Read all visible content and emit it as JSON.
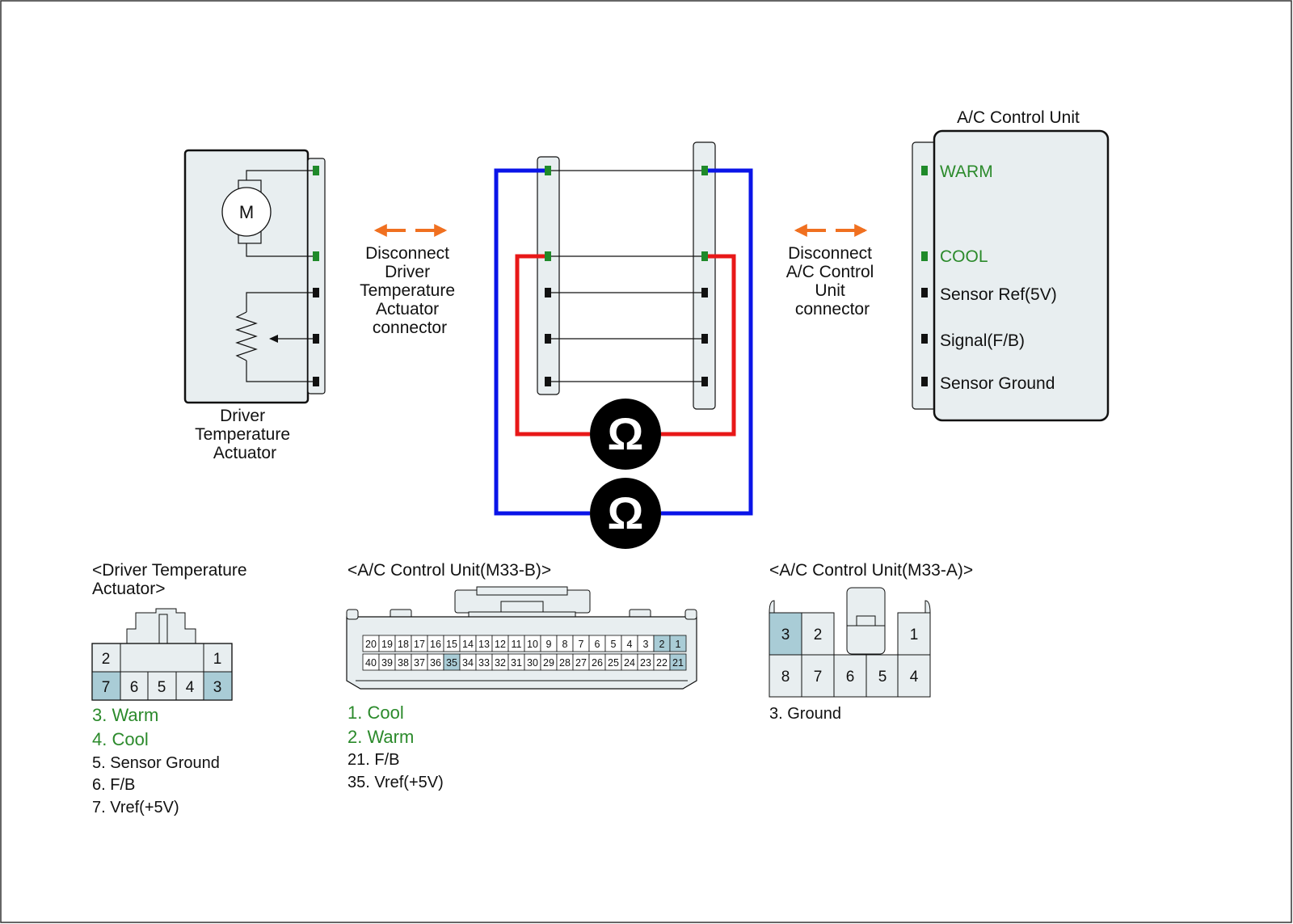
{
  "actuator": {
    "motor_symbol": "M",
    "title_lines": [
      "Driver",
      "Temperature",
      "Actuator"
    ]
  },
  "disconnect_left": {
    "lines": [
      "Disconnect",
      "Driver",
      "Temperature",
      "Actuator",
      "connector"
    ]
  },
  "disconnect_right": {
    "lines": [
      "Disconnect",
      "A/C Control",
      "Unit",
      "connector"
    ]
  },
  "control_unit": {
    "title": "A/C Control Unit",
    "pins": [
      {
        "label": "WARM",
        "highlight": true
      },
      {
        "label": "COOL",
        "highlight": true
      },
      {
        "label": "Sensor Ref(5V)",
        "highlight": false
      },
      {
        "label": "Signal(F/B)",
        "highlight": false
      },
      {
        "label": "Sensor Ground",
        "highlight": false
      }
    ]
  },
  "ohmmeter": {
    "symbol": "Ω",
    "icon": "ohmmeter-icon"
  },
  "colors": {
    "warm_probe": "#0a14e8",
    "cool_probe": "#e81818",
    "arrow": "#f07020",
    "active_pin": "#1f8a2a",
    "highlight_cell": "#a9ccd6",
    "connector_fill": "#e8eef0",
    "green_text": "#2b8a2b"
  },
  "conn_actuator": {
    "title_lines": [
      "<Driver Temperature",
      "Actuator>"
    ],
    "top_row": [
      "2",
      "1"
    ],
    "bottom_row": [
      "7",
      "6",
      "5",
      "4",
      "3"
    ],
    "highlighted": [
      "7",
      "3"
    ],
    "notes": [
      {
        "text": "3. Warm",
        "highlight": true
      },
      {
        "text": "4. Cool",
        "highlight": true
      },
      {
        "text": "5. Sensor Ground",
        "highlight": false
      },
      {
        "text": "6. F/B",
        "highlight": false
      },
      {
        "text": "7. Vref(+5V)",
        "highlight": false
      }
    ]
  },
  "conn_m33b": {
    "title": "<A/C Control Unit(M33-B)>",
    "top_row": [
      "20",
      "19",
      "18",
      "17",
      "16",
      "15",
      "14",
      "13",
      "12",
      "11",
      "10",
      "9",
      "8",
      "7",
      "6",
      "5",
      "4",
      "3",
      "2",
      "1"
    ],
    "bottom_row": [
      "40",
      "39",
      "38",
      "37",
      "36",
      "35",
      "34",
      "33",
      "32",
      "31",
      "30",
      "29",
      "28",
      "27",
      "26",
      "25",
      "24",
      "23",
      "22",
      "21"
    ],
    "highlighted": [
      "2",
      "1",
      "35",
      "21"
    ],
    "notes": [
      {
        "text": "1. Cool",
        "highlight": true
      },
      {
        "text": "2. Warm",
        "highlight": true
      },
      {
        "text": "21. F/B",
        "highlight": false
      },
      {
        "text": "35. Vref(+5V)",
        "highlight": false
      }
    ]
  },
  "conn_m33a": {
    "title": "<A/C Control Unit(M33-A)>",
    "top_row": [
      "3",
      "2",
      "1"
    ],
    "bottom_row": [
      "8",
      "7",
      "6",
      "5",
      "4"
    ],
    "highlighted": [
      "3"
    ],
    "notes": [
      {
        "text": "3. Ground",
        "highlight": false
      }
    ]
  }
}
